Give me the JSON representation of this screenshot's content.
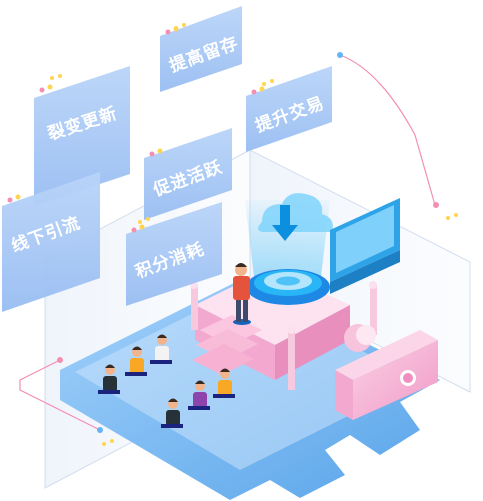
{
  "panels": [
    {
      "label": "裂变更新"
    },
    {
      "label": "提高留存"
    },
    {
      "label": "提升交易"
    },
    {
      "label": "促进活跃"
    },
    {
      "label": "线下引流"
    },
    {
      "label": "积分消耗"
    }
  ],
  "colors": {
    "panel_fill": "#a9c8f6",
    "panel_edge": "#8bb3ee",
    "floor": "#79b6f2",
    "floor_light": "#b7dafb",
    "stage_pink": "#f6b6d6",
    "stage_pink_dark": "#e78fbd",
    "hologram": "#4fc3f7",
    "accent_yellow": "#ffd54f",
    "dot_pink": "#f48fb1",
    "dot_blue": "#64b5f6"
  }
}
